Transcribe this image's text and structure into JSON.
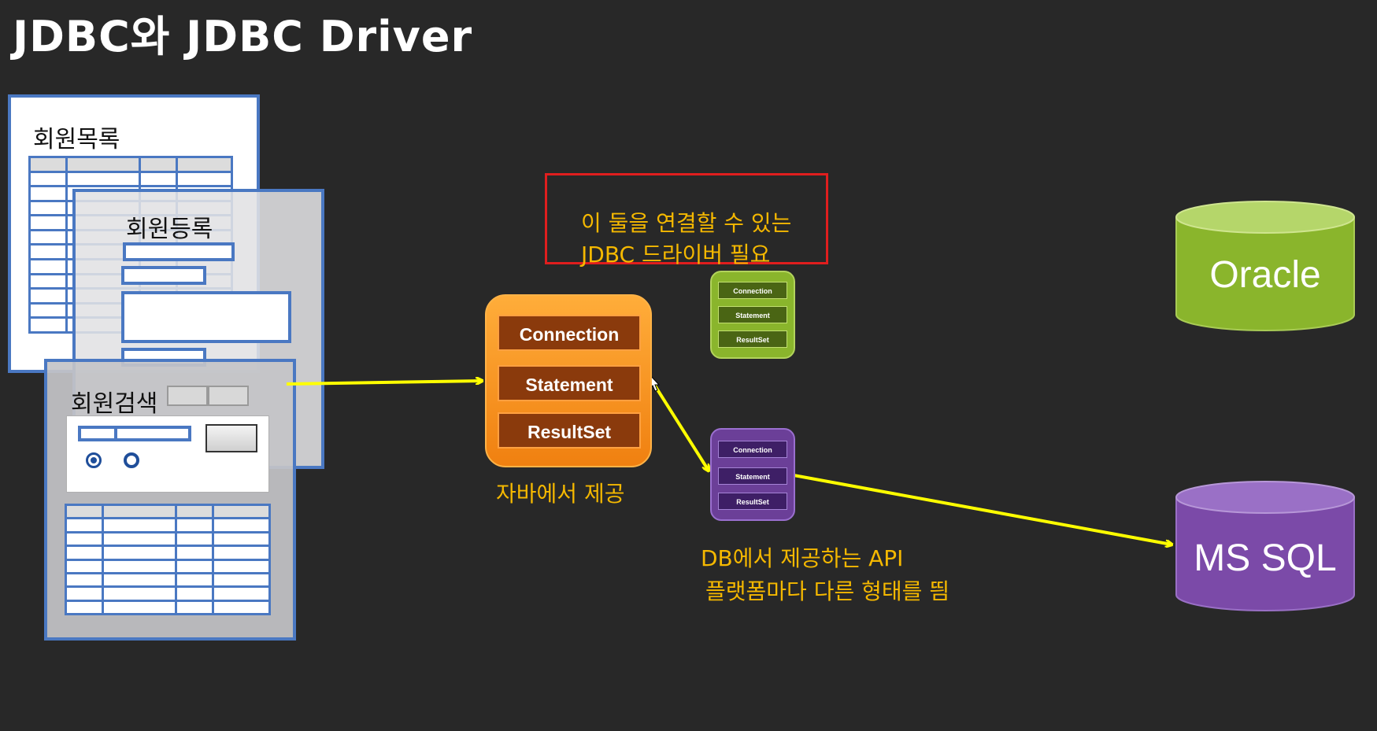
{
  "title": "JDBC와 JDBC Driver",
  "screens": {
    "list": {
      "label": "회원목록"
    },
    "register": {
      "label": "회원등록"
    },
    "search": {
      "label": "회원검색"
    }
  },
  "java_api": {
    "rows": [
      "Connection",
      "Statement",
      "ResultSet"
    ],
    "caption": "자바에서 제공",
    "color": "#f7931e"
  },
  "green_driver": {
    "rows": [
      "Connection",
      "Statement",
      "ResultSet"
    ],
    "color": "#8ab52c"
  },
  "purple_driver": {
    "rows": [
      "Connection",
      "Statement",
      "ResultSet"
    ],
    "color": "#6b3f98"
  },
  "callout": {
    "line1": "이 둘을 연결할 수 있는",
    "line2": "JDBC 드라이버 필요",
    "border_color": "#e01e1e"
  },
  "db_note": {
    "line1": "DB에서 제공하는 API",
    "line2": "플랫폼마다 다른 형태를 띔"
  },
  "databases": {
    "oracle": {
      "label": "Oracle",
      "color": "#8ab52c"
    },
    "mssql": {
      "label": "MS SQL",
      "color": "#7b4aa8"
    }
  },
  "arrow_color": "#ffff00",
  "text_accent": "#f5b800"
}
